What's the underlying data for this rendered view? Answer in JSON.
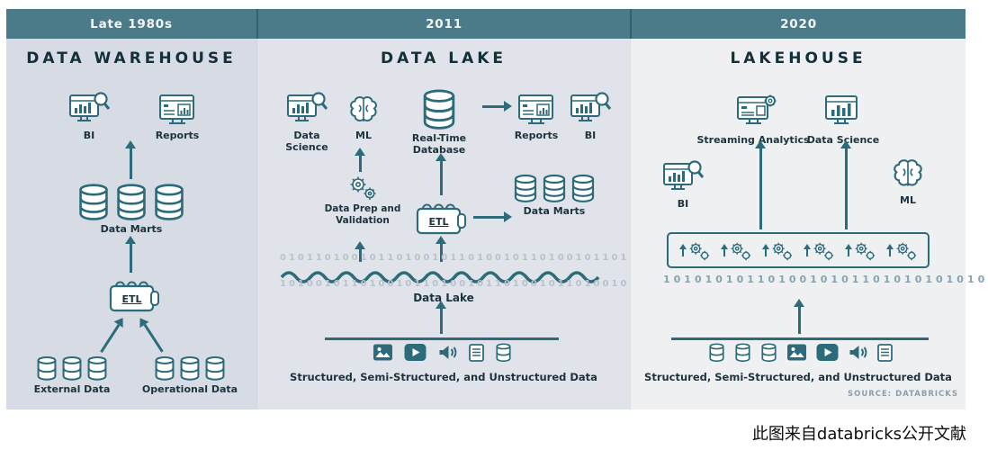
{
  "colors": {
    "accent_teal": "#2e6b7a",
    "header_teal": "#4b7b89",
    "panel_warehouse_bg": "#d6dbe4",
    "panel_lake_bg": "#e0e4ea",
    "panel_lakehouse_bg": "#eef0f2"
  },
  "header": {
    "eras": [
      "Late 1980s",
      "2011",
      "2020"
    ]
  },
  "panels": {
    "warehouse": {
      "title": "DATA WAREHOUSE",
      "bi": "BI",
      "reports": "Reports",
      "data_marts": "Data Marts",
      "etl": "ETL",
      "external": "External Data",
      "operational": "Operational Data"
    },
    "lake": {
      "title": "DATA LAKE",
      "data_science": "Data Science",
      "ml": "ML",
      "realtime_db": "Real-Time Database",
      "reports": "Reports",
      "bi": "BI",
      "data_prep": "Data Prep and Validation",
      "etl": "ETL",
      "data_marts": "Data Marts",
      "lake_label": "Data Lake",
      "binary_top": "010110100101101001011010010110100101101001011010",
      "binary_bottom": "101001011010010110100101101001011010010110100101",
      "bottom_label": "Structured, Semi-Structured, and Unstructured Data"
    },
    "lakehouse": {
      "title": "LAKEHOUSE",
      "streaming": "Streaming Analytics",
      "data_science": "Data Science",
      "bi": "BI",
      "ml": "ML",
      "binary": "1010101011010010101101010101010",
      "bottom_label": "Structured, Semi-Structured, and Unstructured Data",
      "source": "SOURCE: DATABRICKS"
    }
  },
  "caption": {
    "text": "此图来自databricks公开文献"
  }
}
